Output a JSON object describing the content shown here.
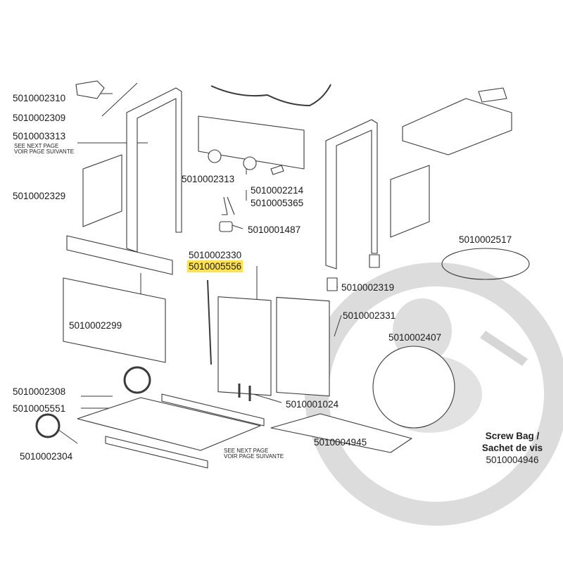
{
  "labels": {
    "p2310": "5010002310",
    "p2309": "5010002309",
    "p3313": "5010003313",
    "p2329": "5010002329",
    "p2313": "5010002313",
    "p2214": "5010002214",
    "p5365": "5010005365",
    "p1487": "5010001487",
    "p2330": "5010002330",
    "p5556": "5010005556",
    "p2517": "5010002517",
    "p2319": "5010002319",
    "p2331": "5010002331",
    "p2407": "5010002407",
    "p2299": "5010002299",
    "p2308": "5010002308",
    "p5551": "5010005551",
    "p2304": "5010002304",
    "p1024": "5010001024",
    "p4945": "5010004945"
  },
  "notes": {
    "see_next_en": "SEE NEXT PAGE",
    "see_next_fr": "VOIR PAGE SUIVANTE"
  },
  "screw_bag": {
    "title_en": "Screw Bag /",
    "title_fr": "Sachet de vis",
    "part": "5010004946"
  },
  "colors": {
    "highlight": "#ffe24a",
    "watermark": "#d9d9d9",
    "line": "#3a3a3a"
  }
}
